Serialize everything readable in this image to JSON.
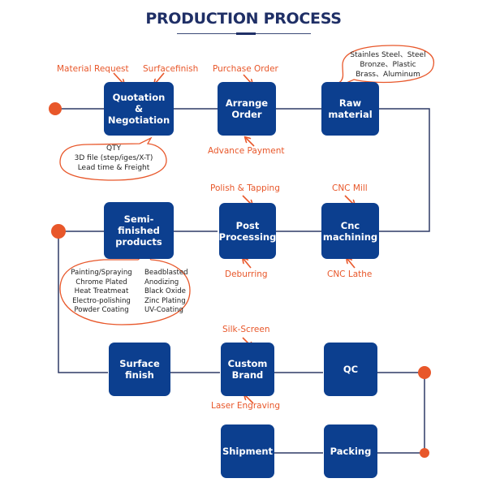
{
  "title": "PRODUCTION PROCESS",
  "colors": {
    "node_fill": "#0c3f8f",
    "accent": "#e8572a",
    "line": "#2e3a66",
    "title": "#1f2f66"
  },
  "nodes": {
    "quotation": "Quotation\n&\nNegotiation",
    "arrange_order": "Arrange\nOrder",
    "raw_material": "Raw\nmaterial",
    "semi_finished": "Semi-finished\nproducts",
    "post_processing": "Post\nProcessing",
    "cnc_machining": "Cnc\nmachining",
    "surface_finish": "Surface\nfinish",
    "custom_brand": "Custom\nBrand",
    "qc": "QC",
    "shipment": "Shipment",
    "packing": "Packing"
  },
  "labels": {
    "material_request": "Material Request",
    "surfacefinish": "Surfacefinish",
    "purchase_order": "Purchase Order",
    "advance_payment": "Advance Payment",
    "polish_tapping": "Polish & Tapping",
    "deburring": "Deburring",
    "cnc_mill": "CNC Mill",
    "cnc_lathe": "CNC Lathe",
    "silk_screen": "Silk-Screen",
    "laser_engraving": "Laser Engraving"
  },
  "notes": {
    "quotation_details": "QTY\n3D file (step/iges/X-T)\nLead time & Freight",
    "raw_materials": "Stainles Steel、Steel\nBronze、Plastic\nBrass、Aluminum",
    "finishes": [
      "Painting/Spraying",
      "Beadblasted",
      "Chrome Plated",
      "Anodizing",
      "Heat Treatmeat",
      "Black Oxide",
      "Electro-polishing",
      "Zinc Plating",
      "Powder Coating",
      "UV-Coating"
    ]
  }
}
